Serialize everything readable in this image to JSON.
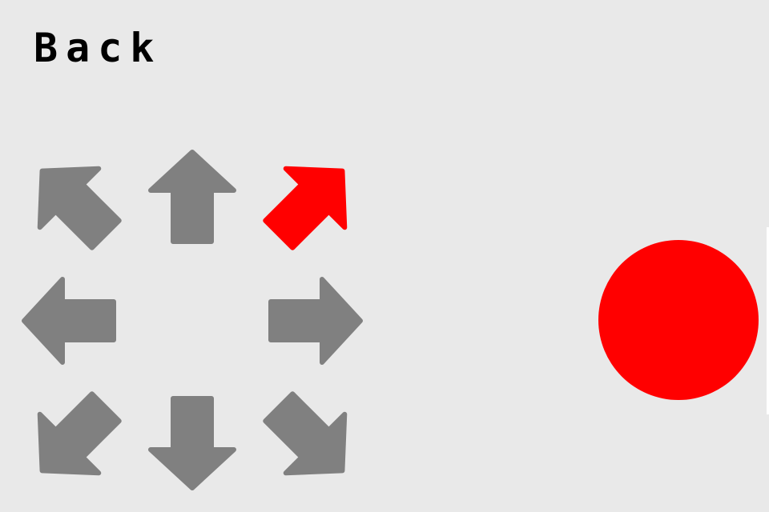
{
  "back_label": "Back",
  "colors": {
    "background": "#e9e9e9",
    "arrow_inactive": "#808080",
    "arrow_active": "#ff0000",
    "action_button": "#ff0000",
    "text": "#000000"
  },
  "dpad": {
    "active_direction": "up-right",
    "directions": [
      "up-left",
      "up",
      "up-right",
      "left",
      "right",
      "down-left",
      "down",
      "down-right"
    ]
  },
  "action_button": {
    "icon": "circle"
  }
}
